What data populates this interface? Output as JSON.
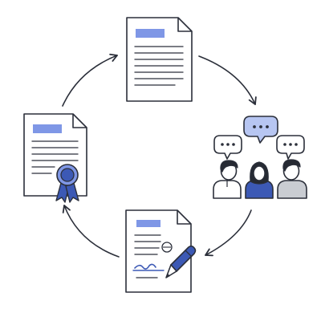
{
  "diagram": {
    "type": "cycle",
    "steps": [
      {
        "id": "draft",
        "icon": "document-icon"
      },
      {
        "id": "discuss",
        "icon": "discussion-group-icon"
      },
      {
        "id": "sign",
        "icon": "signed-document-icon"
      },
      {
        "id": "certify",
        "icon": "certificate-icon"
      }
    ],
    "flow": [
      "draft",
      "discuss",
      "sign",
      "certify",
      "draft"
    ],
    "direction": "clockwise",
    "colors": {
      "stroke": "#2b2f3a",
      "accent_blue": "#7f97e6",
      "deep_blue": "#3c59b5",
      "light_blue": "#b7c6f2",
      "person_gray": "#c9ccd2",
      "hair_dark": "#262a33",
      "skin": "#ffffff",
      "paper": "#ffffff"
    }
  }
}
